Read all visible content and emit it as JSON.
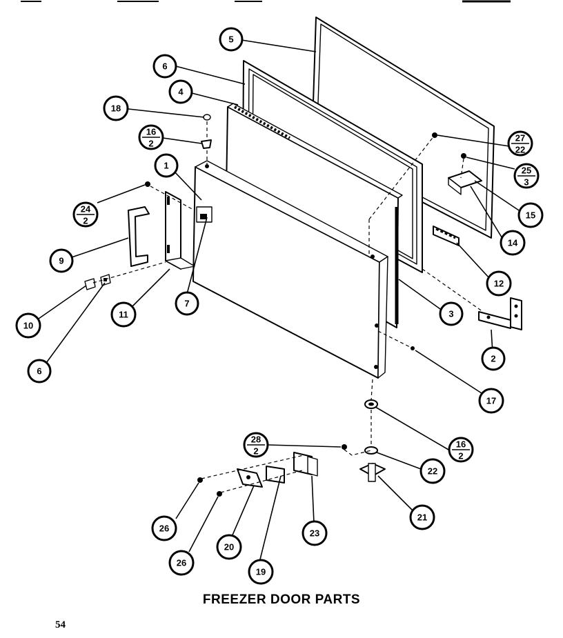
{
  "caption": "FREEZER DOOR PARTS",
  "page_number": "54",
  "callouts": {
    "c1": "1",
    "c2": "2",
    "c3": "3",
    "c4": "4",
    "c5": "5",
    "c6": "6",
    "c6b": "6",
    "c7": "7",
    "c9": "9",
    "c10": "10",
    "c11": "11",
    "c12": "12",
    "c14": "14",
    "c15": "15",
    "c17": "17",
    "c18": "18",
    "c19": "19",
    "c20": "20",
    "c21": "21",
    "c22": "22",
    "c23": "23",
    "c26a": "26",
    "c26b": "26"
  },
  "fractions": {
    "f16_2_top": {
      "num": "16",
      "den": "2"
    },
    "f16_2_bot": {
      "num": "16",
      "den": "2"
    },
    "f24_2": {
      "num": "24",
      "den": "2"
    },
    "f27_22": {
      "num": "27",
      "den": "22"
    },
    "f25_3": {
      "num": "25",
      "den": "3"
    },
    "f28_2": {
      "num": "28",
      "den": "2"
    }
  }
}
